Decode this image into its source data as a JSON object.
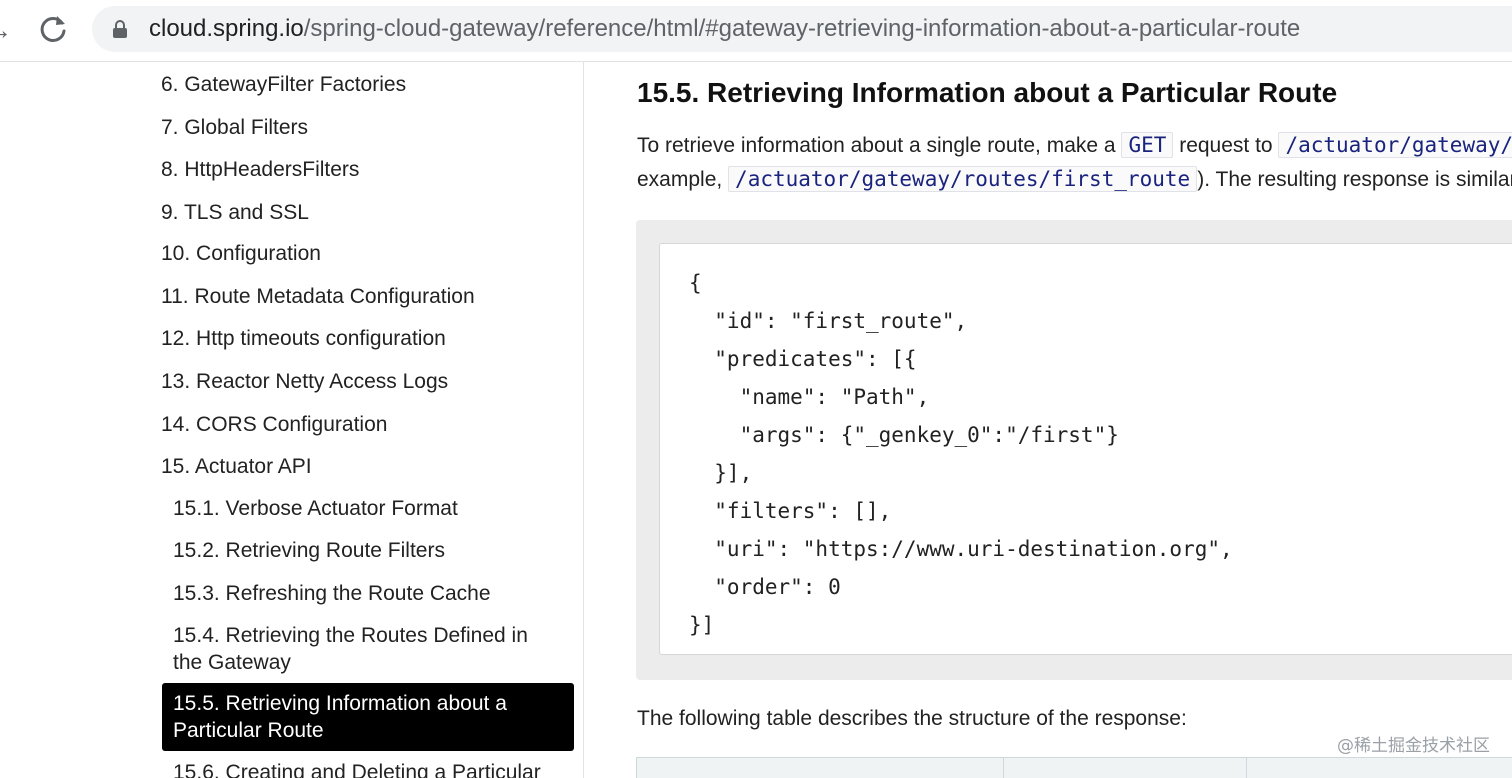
{
  "browser": {
    "url_host": "cloud.spring.io",
    "url_path": "/spring-cloud-gateway/reference/html/#gateway-retrieving-information-about-a-particular-route"
  },
  "toc": {
    "items": [
      {
        "label": "6. GatewayFilter Factories"
      },
      {
        "label": "7. Global Filters"
      },
      {
        "label": "8. HttpHeadersFilters"
      },
      {
        "label": "9. TLS and SSL"
      },
      {
        "label": "10. Configuration"
      },
      {
        "label": "11. Route Metadata Configuration"
      },
      {
        "label": "12. Http timeouts configuration"
      },
      {
        "label": "13. Reactor Netty Access Logs"
      },
      {
        "label": "14. CORS Configuration"
      },
      {
        "label": "15. Actuator API"
      }
    ],
    "subitems": [
      {
        "label": "15.1. Verbose Actuator Format"
      },
      {
        "label": "15.2. Retrieving Route Filters"
      },
      {
        "label": "15.3. Refreshing the Route Cache"
      },
      {
        "label": "15.4. Retrieving the Routes Defined in the Gateway"
      },
      {
        "label": "15.5. Retrieving Information about a Particular Route"
      },
      {
        "label": "15.6. Creating and Deleting a Particular"
      }
    ]
  },
  "content": {
    "heading": "15.5. Retrieving Information about a Particular Route",
    "para1_text": "To retrieve information about a single route, make a ",
    "para1_code1": "GET",
    "para1_text2": " request to ",
    "para1_code2": "/actuator/gateway/routes/{id}",
    "para2_text": "example, ",
    "para2_code": "/actuator/gateway/routes/first_route",
    "para2_text2": "). The resulting response is similar to the following:",
    "code_listing": "{\n  \"id\": \"first_route\",\n  \"predicates\": [{\n    \"name\": \"Path\",\n    \"args\": {\"_genkey_0\":\"/first\"}\n  }],\n  \"filters\": [],\n  \"uri\": \"https://www.uri-destination.org\",\n  \"order\": 0\n}]",
    "para3": "The following table describes the structure of the response:"
  },
  "watermark": "@稀土掘金技术社区"
}
